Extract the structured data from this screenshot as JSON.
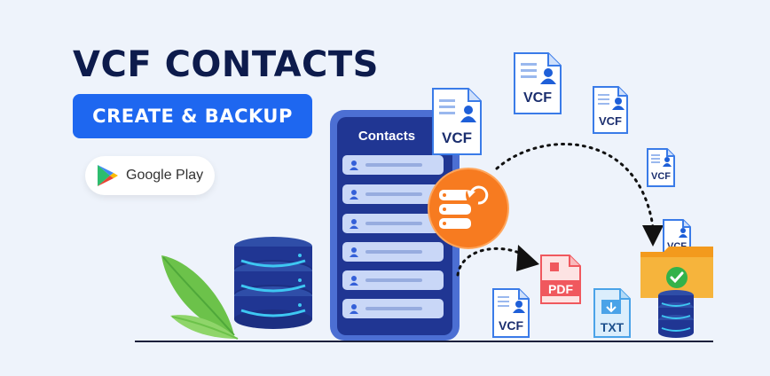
{
  "banner": {
    "title": "VCF CONTACTS",
    "subtitle": "CREATE & BACKUP"
  },
  "store_badge": {
    "label": "Google Play",
    "icon": "google-play-icon"
  },
  "phone": {
    "header": "Contacts",
    "contact_rows": 6
  },
  "files": {
    "vcf": "VCF",
    "pdf": "PDF",
    "txt": "TXT"
  },
  "colors": {
    "title": "#0d1b4c",
    "accent_blue": "#1e67f0",
    "backup_orange": "#f77b20",
    "pdf_red": "#f0585e",
    "success_green": "#33b24a",
    "folder_orange": "#f6a623"
  }
}
